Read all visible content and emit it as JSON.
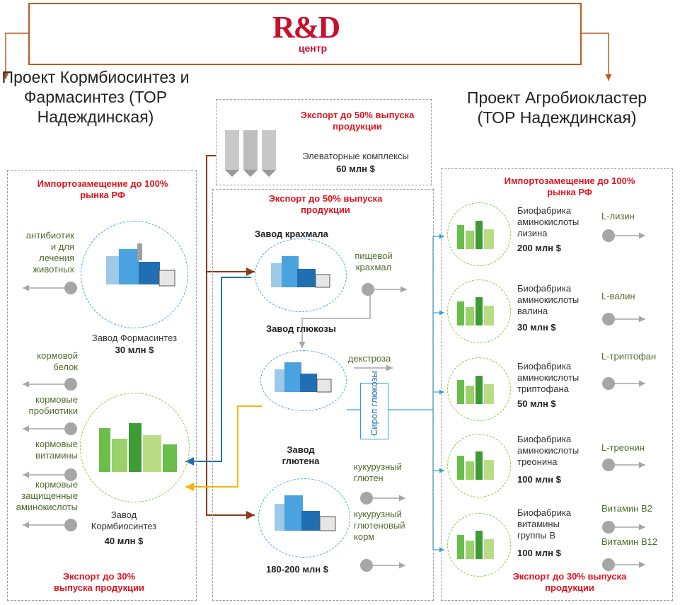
{
  "header": {
    "logo_main": "R&D",
    "logo_sub": "центр"
  },
  "left_project": {
    "title": "Проект Кормбиосинтез и Фармасинтез (ТОР Надеждинская)"
  },
  "right_project": {
    "title": "Проект Агробиокластер (ТОР Надеждинская)"
  },
  "left_box": {
    "top_note": "Импортозамещение до 100% рынка РФ",
    "bottom_note": "Экспорт до 30% выпуска продукции",
    "pharma": {
      "products": [
        "антибиотик и для лечения животных"
      ],
      "name": "Завод Формасинтез",
      "cost": "30 млн $"
    },
    "feed": {
      "products": [
        "кормовой белок",
        "кормовые пробиотики",
        "кормовые витамины",
        "кормовые защищенные аминокислоты"
      ],
      "name": "Завод Кормбиосинтез",
      "cost": "40 млн $"
    }
  },
  "elevator_box": {
    "note": "Экспорт до 50% выпуска продукции",
    "name": "Элеваторные комплексы",
    "cost": "60 млн $"
  },
  "center_box": {
    "note": "Экспорт до 50% выпуска продукции",
    "starch": {
      "name": "Завод крахмала",
      "product": "пищевой крахмал"
    },
    "glucose": {
      "name": "Завод глюкозы",
      "product": "декстроза",
      "syrup": "Сироп глюкозы"
    },
    "gluten": {
      "name": "Завод глютена",
      "product1": "кукурузный глютен",
      "product2": "кукурузный глютеновый корм"
    },
    "cost": "180-200 млн $"
  },
  "right_box": {
    "top_note": "Импортозамещение до 100% рынка РФ",
    "bottom_note": "Экспорт до 30% выпуска продукции",
    "factories": [
      {
        "name": "Биофабрика аминокислоты лизина",
        "cost": "200 млн $",
        "products": [
          "L-лизин"
        ]
      },
      {
        "name": "Биофабрика аминокислоты валина",
        "cost": "30 млн $",
        "products": [
          "L-валин"
        ]
      },
      {
        "name": "Биофабрика аминокислоты триптофана",
        "cost": "50 млн $",
        "products": [
          "L-триптофан"
        ]
      },
      {
        "name": "Биофабрика аминокислоты треонина",
        "cost": "100 млн $",
        "products": [
          "L-треонин"
        ]
      },
      {
        "name": "Биофабрика витамины группы В",
        "cost": "100 млн $",
        "products": [
          "Витамин В2",
          "Витамин В12"
        ]
      }
    ]
  },
  "colors": {
    "red": "#e1141e",
    "brown": "#8b3a1a",
    "blue": "#1f6fb2",
    "orange": "#f5b800",
    "light_blue": "#29a3dc",
    "gray": "#a6a6a6"
  }
}
